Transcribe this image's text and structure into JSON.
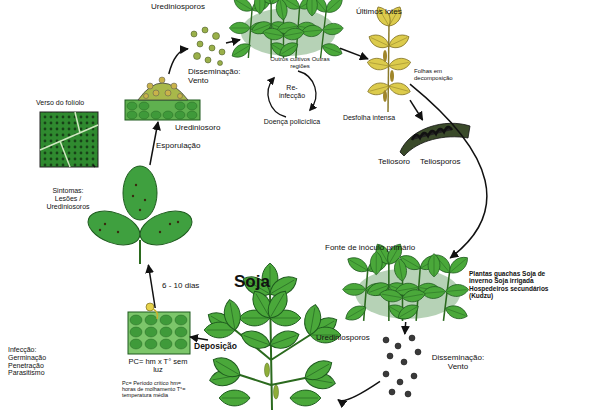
{
  "diagram": {
    "nodes": [
      {
        "text": [
          "Outros cultivos Outras regiões"
        ]
      },
      {
        "text": [
          "Re- infecção",
          "Doença policíclica"
        ]
      },
      {
        "text": [
          "Últimos lotes",
          "Folhas em decomposição",
          "Desfolha intensa"
        ]
      },
      {
        "text": [
          "Teliosoro",
          "Teliosporos"
        ]
      },
      {
        "text": [
          "Fonte de inóculo primário",
          "Plantas guachas Soja de inverno Soja irrigada Hospedeiros secundários (Kudzu)"
        ]
      },
      {
        "text": [
          "Urediniosporos",
          "Disseminação: Vento"
        ]
      },
      {
        "text": [
          "Soja"
        ]
      },
      {
        "text": [
          "Infecção: Germinação Penetração Parasitismo",
          "PC= hm x T° sem luz",
          "Pc= Período crítico hm= horas de molhamento T°= temperatura média"
        ]
      },
      {
        "text": [
          "Sintomas: Lesões / Urediniosoros"
        ]
      },
      {
        "text": [
          "Verso do folíolo"
        ]
      },
      {
        "text": [
          "Urediniosoro"
        ]
      },
      {
        "text": [
          "Urediniosporos",
          "Disseminação: Vento"
        ]
      }
    ],
    "edges": [
      {
        "from": 11,
        "to": 0,
        "arrow": "to"
      },
      {
        "from": 0,
        "to": 2,
        "arrow": "to"
      },
      {
        "from": 2,
        "to": 3,
        "arrow": "to"
      },
      {
        "from": 2,
        "to": 4,
        "arrow": "to"
      },
      {
        "from": 4,
        "to": 5,
        "arrow": "to"
      },
      {
        "from": 5,
        "to": 6,
        "arrow": "to"
      },
      {
        "from": 6,
        "to": 7,
        "arrow": "to",
        "label": "Deposição"
      },
      {
        "from": 7,
        "to": 8,
        "arrow": "to",
        "label": "6 - 10 dias"
      },
      {
        "from": 9,
        "to": 8,
        "arrow": "none"
      },
      {
        "from": 8,
        "to": 10,
        "arrow": "to",
        "label": "Esporulação"
      },
      {
        "from": 10,
        "to": 11,
        "arrow": "to"
      }
    ]
  }
}
